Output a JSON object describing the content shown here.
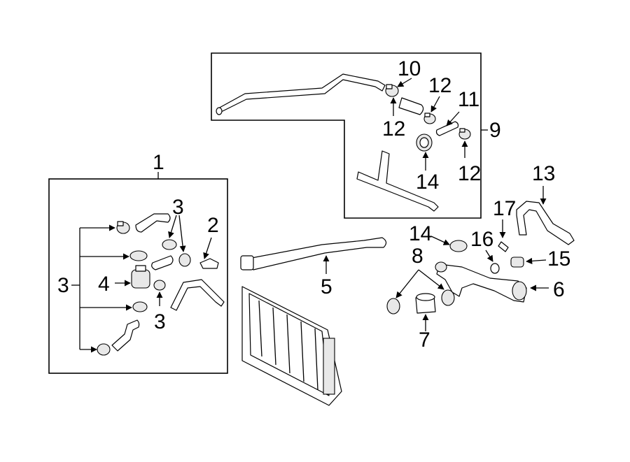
{
  "callouts": {
    "c1": "1",
    "c2": "2",
    "c3a": "3",
    "c3b": "3",
    "c3c": "3",
    "c4": "4",
    "c5": "5",
    "c6": "6",
    "c7": "7",
    "c8": "8",
    "c9": "9",
    "c10": "10",
    "c11": "11",
    "c12a": "12",
    "c12b": "12",
    "c12c": "12",
    "c13": "13",
    "c14a": "14",
    "c14b": "14",
    "c15": "15",
    "c16": "16",
    "c17": "17"
  }
}
